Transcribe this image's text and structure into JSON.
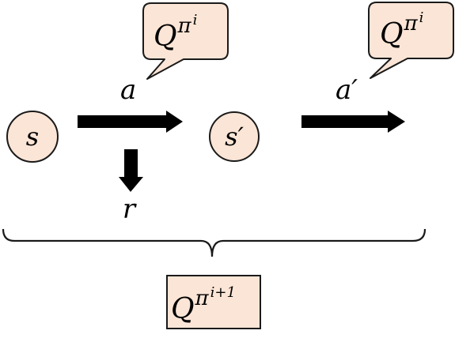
{
  "colors": {
    "node_fill": "#fbe5d6",
    "outline": "#1a1a1a",
    "arrow": "#000000",
    "background": "#ffffff"
  },
  "nodes": {
    "state": {
      "label": "s"
    },
    "next_state": {
      "label": "s′"
    }
  },
  "edges": {
    "action": {
      "label": "a"
    },
    "next_action": {
      "label": "a′"
    },
    "reward": {
      "label": "r"
    }
  },
  "callouts": {
    "left": {
      "base": "Q",
      "sup_base": "π",
      "sup_index": "i"
    },
    "right": {
      "base": "Q",
      "sup_base": "π",
      "sup_index": "i"
    }
  },
  "result": {
    "base": "Q",
    "sup_base": "π",
    "sup_index": "i+1"
  }
}
